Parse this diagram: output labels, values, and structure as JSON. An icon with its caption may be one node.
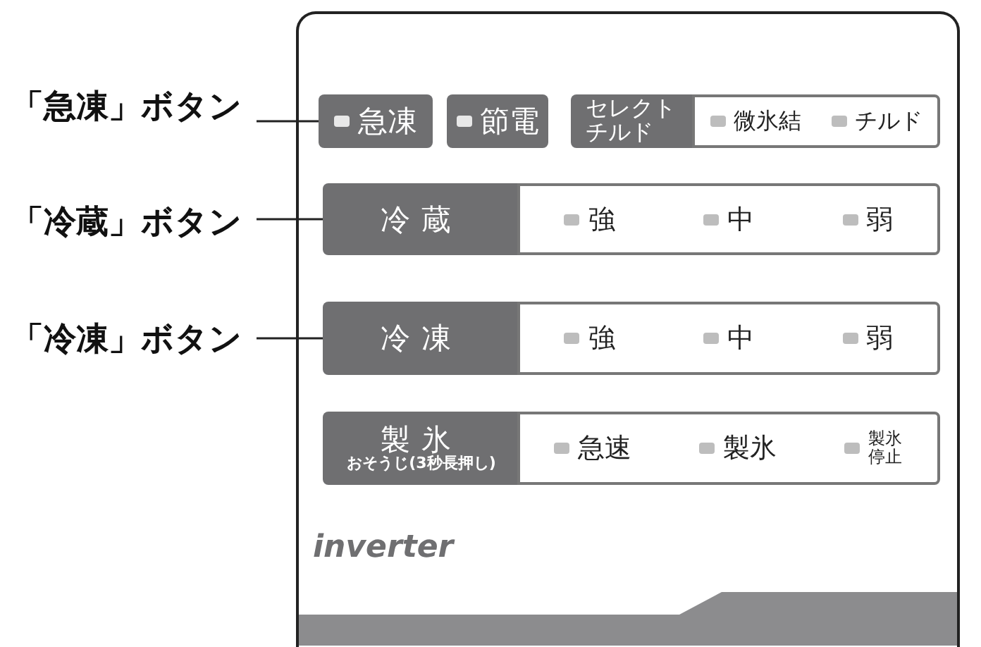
{
  "diagram": {
    "nodes": [
      {
        "text": [
          "inverter"
        ]
      },
      {
        "text": [
          "急凍"
        ],
        "in": 0
      },
      {
        "text": [
          "節電"
        ],
        "in": 0
      },
      {
        "text": [
          "セレクトチルド"
        ],
        "in": 0
      },
      {
        "text": [
          "微氷結",
          "チルド"
        ],
        "in": 0
      },
      {
        "text": [
          "冷蔵"
        ],
        "in": 0
      },
      {
        "text": [
          "強",
          "中",
          "弱"
        ],
        "in": 0
      },
      {
        "text": [
          "冷凍"
        ],
        "in": 0
      },
      {
        "text": [
          "強",
          "中",
          "弱"
        ],
        "in": 0
      },
      {
        "text": [
          "製氷",
          "おそうじ(3秒長押し)"
        ],
        "in": 0
      },
      {
        "text": [
          "急速",
          "製氷",
          "製氷停止"
        ],
        "in": 0
      },
      {
        "text": [
          "「急凍」ボタン"
        ]
      },
      {
        "text": [
          "「冷蔵」ボタン"
        ]
      },
      {
        "text": [
          "「冷凍」ボタン"
        ]
      }
    ],
    "edges": [
      {
        "from": 11,
        "to": 1,
        "arrow": "none"
      },
      {
        "from": 12,
        "to": 5,
        "arrow": "none"
      },
      {
        "from": 13,
        "to": 7,
        "arrow": "none"
      }
    ]
  }
}
